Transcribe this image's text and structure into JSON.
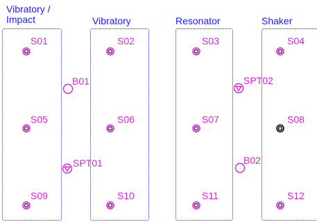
{
  "columns": [
    {
      "title_line1": "Vibratory /",
      "title_line2": "Impact"
    },
    {
      "title_line1": "Vibratory"
    },
    {
      "title_line1": "Resonator"
    },
    {
      "title_line1": "Shaker"
    }
  ],
  "sensors": [
    "S01",
    "S02",
    "S03",
    "S04",
    "S05",
    "S06",
    "S07",
    "S08",
    "S09",
    "S10",
    "S11",
    "S12"
  ],
  "between": {
    "b01": "B01",
    "spt01": "SPT01",
    "spt02": "SPT02",
    "b02": "B02"
  },
  "colors": {
    "panel": "#1a1aff",
    "sensor": "#e020e0",
    "sensor_inactive": "#000000"
  }
}
